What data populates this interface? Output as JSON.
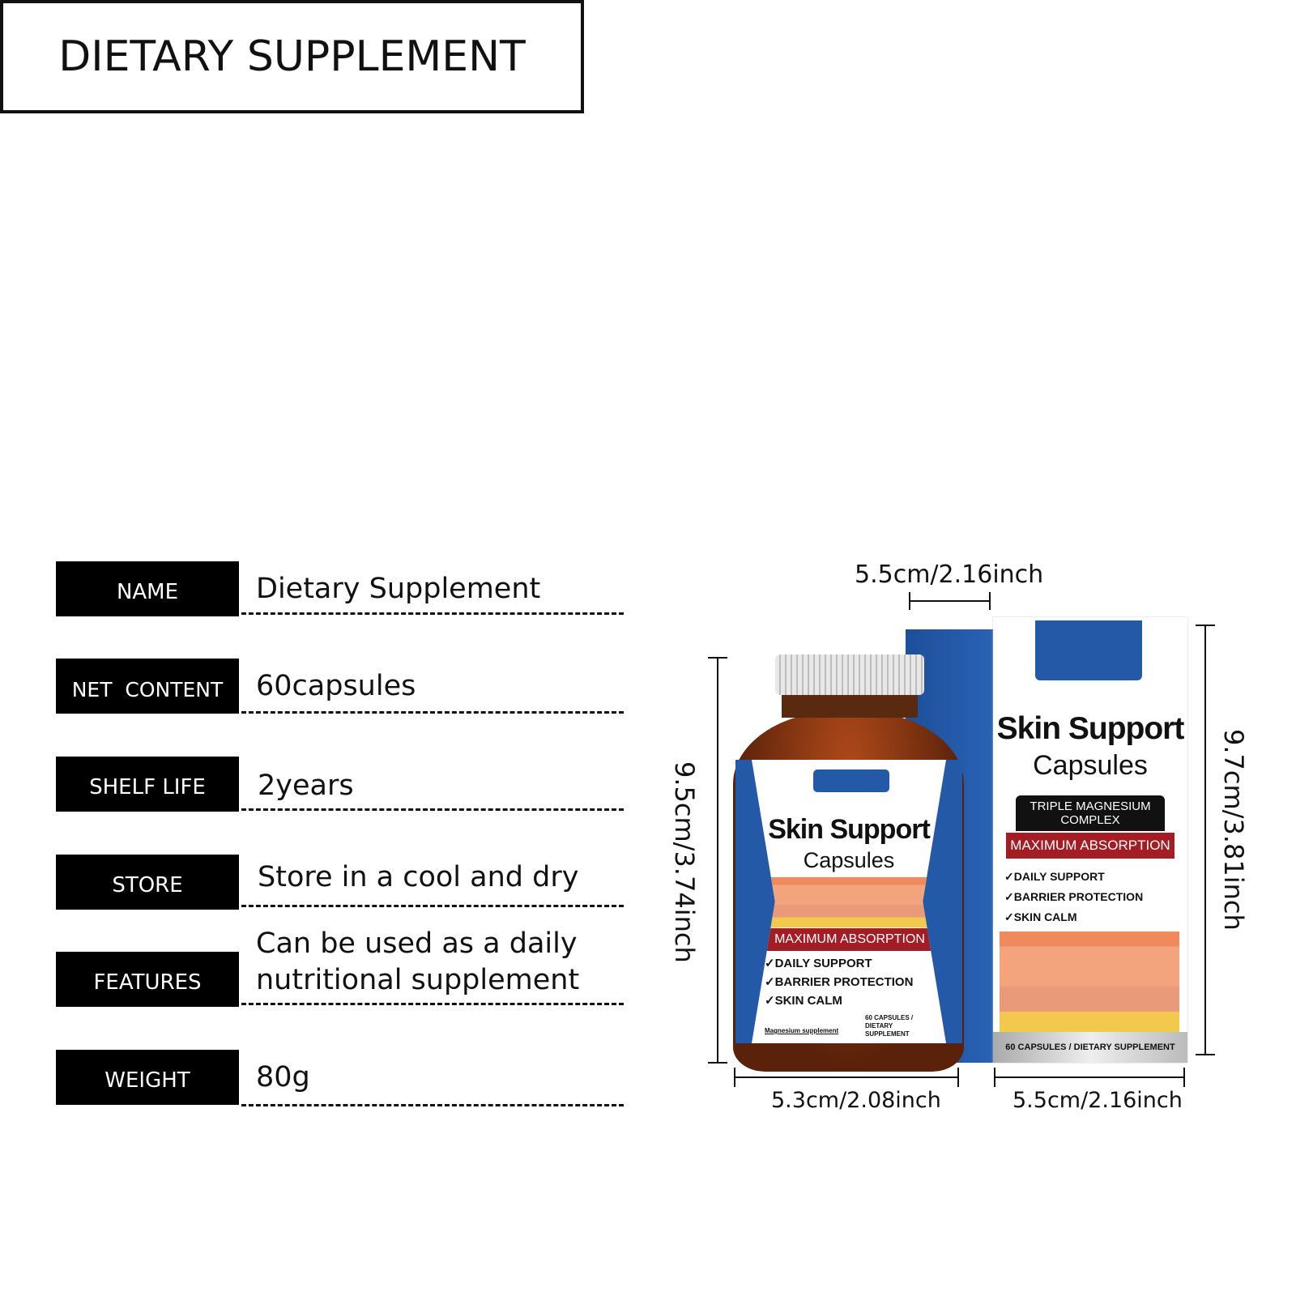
{
  "title": "DIETARY SUPPLEMENT",
  "specs": [
    {
      "label": "NAME",
      "value": "Dietary Supplement"
    },
    {
      "label": "NET  CONTENT",
      "value": "60capsules"
    },
    {
      "label": "SHELF LIFE",
      "value": "2years"
    },
    {
      "label": "STORE",
      "value": "Store in a cool and dry"
    },
    {
      "label": "FEATURES",
      "value": "Can be used as a daily nutritional supplement"
    },
    {
      "label": "WEIGHT",
      "value": "80g"
    }
  ],
  "dimensions": {
    "box_depth": "5.5cm/2.16inch",
    "bottle_height": "9.5cm/3.74inch",
    "bottle_width": "5.3cm/2.08inch",
    "box_width": "5.5cm/2.16inch",
    "box_height": "9.7cm/3.81inch"
  },
  "product": {
    "name": "Skin Support",
    "form": "Capsules",
    "complex": "TRIPLE MAGNESIUM COMPLEX",
    "ribbon": "MAXIMUM ABSORPTION",
    "benefits": [
      "DAILY SUPPORT",
      "BARRIER PROTECTION",
      "SKIN CALM"
    ],
    "bottle_footer_left": "Magnesium supplement",
    "bottle_footer_right": "60 CAPSULES / DIETARY SUPPLEMENT",
    "box_footer": "60 CAPSULES / DIETARY SUPPLEMENT",
    "check_icon": "check-icon",
    "colors": {
      "blue": "#2459a8",
      "red": "#a51d24",
      "amber": "#7a3010"
    }
  }
}
